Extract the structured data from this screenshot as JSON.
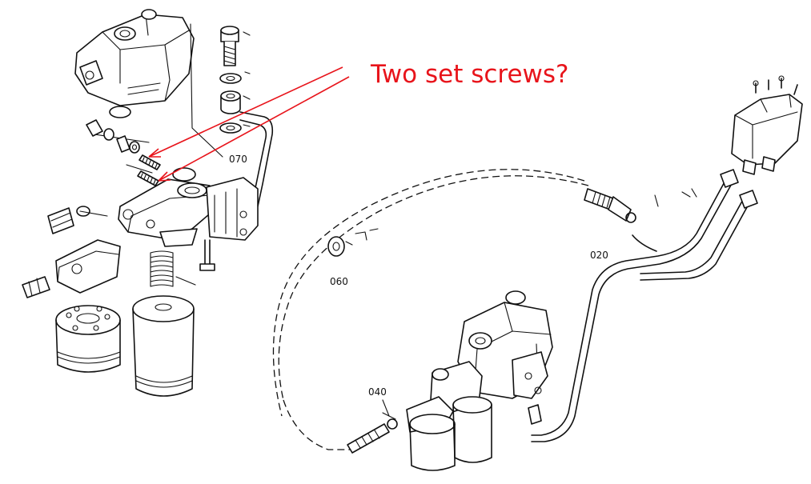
{
  "annotation": {
    "text": "Two set screws?",
    "color": "#e8141b"
  },
  "part_labels": {
    "p070": "070",
    "p060": "060",
    "p020": "020",
    "p040": "040"
  }
}
